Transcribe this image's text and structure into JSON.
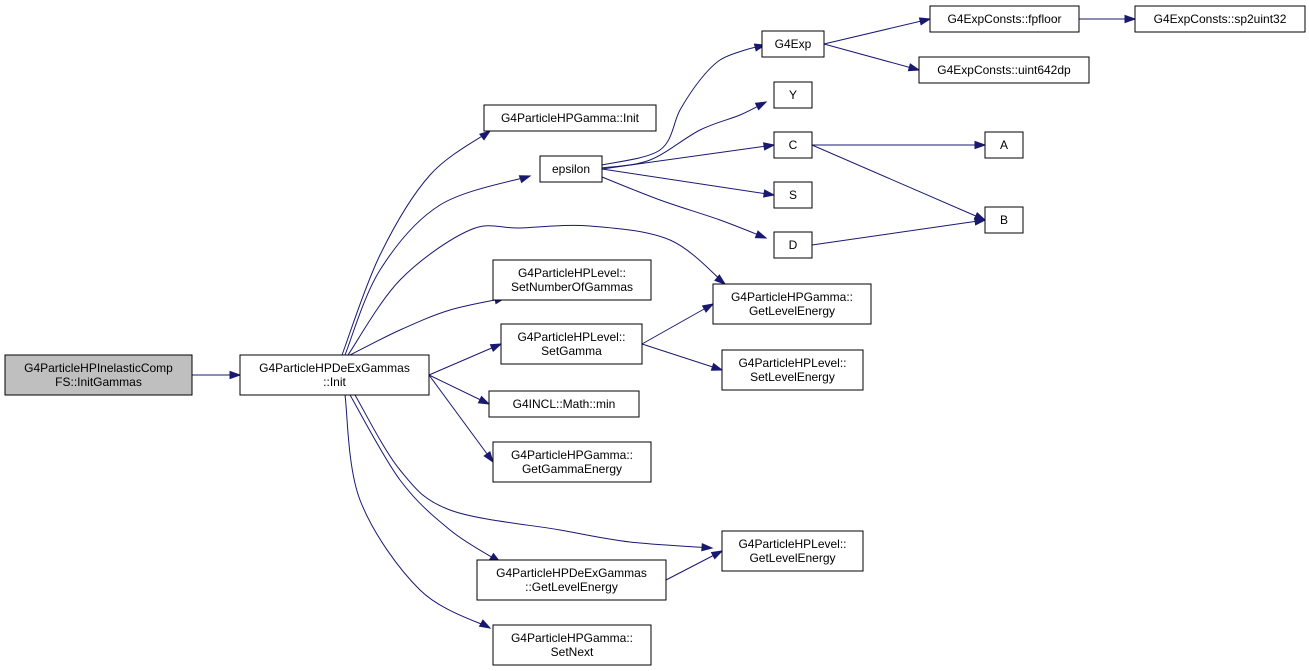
{
  "nodes": [
    {
      "id": "root",
      "lines": [
        "G4ParticleHPInelasticComp",
        "FS::InitGammas"
      ],
      "highlight": true
    },
    {
      "id": "deex_init",
      "lines": [
        "G4ParticleHPDeExGammas",
        "::Init"
      ]
    },
    {
      "id": "gamma_init",
      "lines": [
        "G4ParticleHPGamma::Init"
      ]
    },
    {
      "id": "epsilon",
      "lines": [
        "epsilon"
      ]
    },
    {
      "id": "g4exp",
      "lines": [
        "G4Exp"
      ]
    },
    {
      "id": "fpfloor",
      "lines": [
        "G4ExpConsts::fpfloor"
      ]
    },
    {
      "id": "sp2uint32",
      "lines": [
        "G4ExpConsts::sp2uint32"
      ]
    },
    {
      "id": "uint642dp",
      "lines": [
        "G4ExpConsts::uint642dp"
      ]
    },
    {
      "id": "Y",
      "lines": [
        "Y"
      ]
    },
    {
      "id": "C",
      "lines": [
        "C"
      ]
    },
    {
      "id": "A",
      "lines": [
        "A"
      ]
    },
    {
      "id": "S",
      "lines": [
        "S"
      ]
    },
    {
      "id": "B",
      "lines": [
        "B"
      ]
    },
    {
      "id": "D",
      "lines": [
        "D"
      ]
    },
    {
      "id": "setnumgammas",
      "lines": [
        "G4ParticleHPLevel::",
        "SetNumberOfGammas"
      ]
    },
    {
      "id": "gamma_getlevelenergy",
      "lines": [
        "G4ParticleHPGamma::",
        "GetLevelEnergy"
      ]
    },
    {
      "id": "setgamma",
      "lines": [
        "G4ParticleHPLevel::",
        "SetGamma"
      ]
    },
    {
      "id": "setlevelenergy",
      "lines": [
        "G4ParticleHPLevel::",
        "SetLevelEnergy"
      ]
    },
    {
      "id": "mathmin",
      "lines": [
        "G4INCL::Math::min"
      ]
    },
    {
      "id": "getgammaenergy",
      "lines": [
        "G4ParticleHPGamma::",
        "GetGammaEnergy"
      ]
    },
    {
      "id": "level_getlevelenergy",
      "lines": [
        "G4ParticleHPLevel::",
        "GetLevelEnergy"
      ]
    },
    {
      "id": "deex_getlevelenergy",
      "lines": [
        "G4ParticleHPDeExGammas",
        "::GetLevelEnergy"
      ]
    },
    {
      "id": "setnext",
      "lines": [
        "G4ParticleHPGamma::",
        "SetNext"
      ]
    }
  ],
  "edges": [
    {
      "from": "root",
      "to": "deex_init"
    },
    {
      "from": "deex_init",
      "to": "gamma_init"
    },
    {
      "from": "deex_init",
      "to": "epsilon"
    },
    {
      "from": "deex_init",
      "to": "gamma_getlevelenergy"
    },
    {
      "from": "deex_init",
      "to": "setnumgammas"
    },
    {
      "from": "deex_init",
      "to": "setgamma"
    },
    {
      "from": "deex_init",
      "to": "mathmin"
    },
    {
      "from": "deex_init",
      "to": "getgammaenergy"
    },
    {
      "from": "deex_init",
      "to": "level_getlevelenergy"
    },
    {
      "from": "deex_init",
      "to": "deex_getlevelenergy"
    },
    {
      "from": "deex_init",
      "to": "setnext"
    },
    {
      "from": "epsilon",
      "to": "g4exp"
    },
    {
      "from": "epsilon",
      "to": "Y"
    },
    {
      "from": "epsilon",
      "to": "C"
    },
    {
      "from": "epsilon",
      "to": "S"
    },
    {
      "from": "epsilon",
      "to": "D"
    },
    {
      "from": "g4exp",
      "to": "fpfloor"
    },
    {
      "from": "g4exp",
      "to": "uint642dp"
    },
    {
      "from": "fpfloor",
      "to": "sp2uint32"
    },
    {
      "from": "C",
      "to": "A"
    },
    {
      "from": "C",
      "to": "B"
    },
    {
      "from": "D",
      "to": "B"
    },
    {
      "from": "setgamma",
      "to": "gamma_getlevelenergy"
    },
    {
      "from": "setgamma",
      "to": "setlevelenergy"
    },
    {
      "from": "deex_getlevelenergy",
      "to": "level_getlevelenergy"
    }
  ],
  "colors": {
    "edge": "#191970",
    "root_fill": "#bfbfbf",
    "node_fill": "#ffffff",
    "border": "#000000"
  }
}
